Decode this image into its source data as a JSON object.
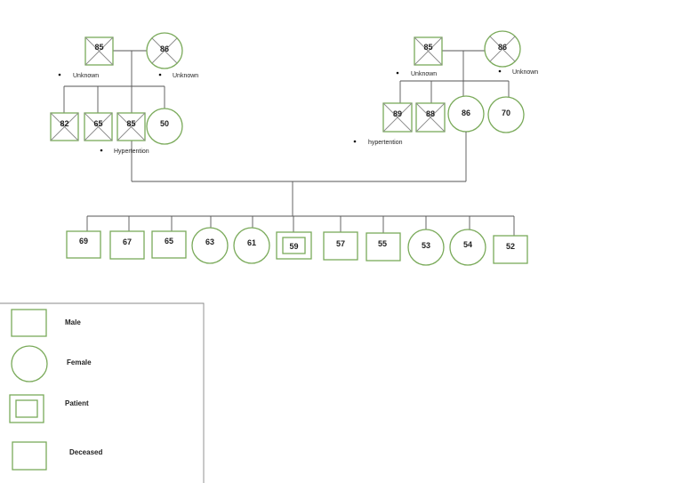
{
  "colors": {
    "symbol": "#7aaa5a",
    "cross": "#8a8a8a",
    "line": "#555555"
  },
  "gen1": {
    "paternal_grandfather": {
      "age": "85",
      "note": "Unknown"
    },
    "paternal_grandmother": {
      "age": "86",
      "note": "Unknown"
    },
    "maternal_grandfather": {
      "age": "85",
      "note": "Unknown"
    },
    "maternal_grandmother": {
      "age": "86",
      "note": "Unknown"
    }
  },
  "gen2": {
    "paternal": [
      {
        "age": "82",
        "sex": "male",
        "deceased": true
      },
      {
        "age": "65",
        "sex": "male",
        "deceased": true
      },
      {
        "age": "85",
        "sex": "male",
        "deceased": true
      },
      {
        "age": "50",
        "sex": "female",
        "deceased": false
      }
    ],
    "paternal_note": "Hypertention",
    "maternal": [
      {
        "age": "89",
        "sex": "male",
        "deceased": true
      },
      {
        "age": "88",
        "sex": "male",
        "deceased": true
      },
      {
        "age": "86",
        "sex": "female",
        "deceased": false
      },
      {
        "age": "70",
        "sex": "female",
        "deceased": false
      }
    ],
    "maternal_note": "hypertention"
  },
  "gen3": [
    {
      "age": "69",
      "sex": "male"
    },
    {
      "age": "67",
      "sex": "male"
    },
    {
      "age": "65",
      "sex": "male"
    },
    {
      "age": "63",
      "sex": "female"
    },
    {
      "age": "61",
      "sex": "female"
    },
    {
      "age": "59",
      "sex": "patient"
    },
    {
      "age": "57",
      "sex": "male"
    },
    {
      "age": "55",
      "sex": "male"
    },
    {
      "age": "53",
      "sex": "female"
    },
    {
      "age": "54",
      "sex": "female"
    },
    {
      "age": "52",
      "sex": "male"
    }
  ],
  "legend": {
    "male": "Male",
    "female": "Female",
    "patient": "Patient",
    "deceased": "Deceased"
  }
}
